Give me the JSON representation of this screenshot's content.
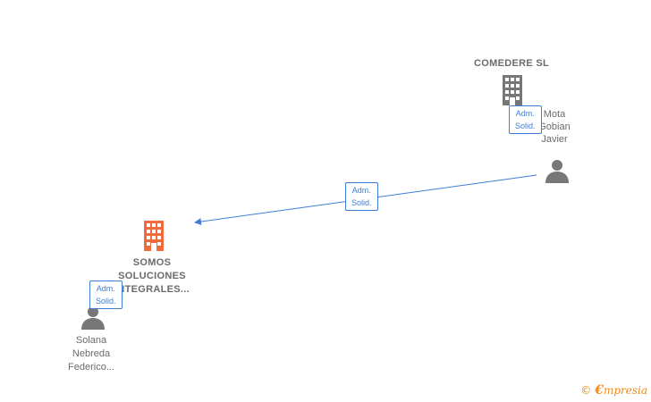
{
  "nodes": {
    "comedere": {
      "label": "COMEDERE SL",
      "type": "company",
      "color": "#777777"
    },
    "somos": {
      "label_lines": [
        "SOMOS",
        "SOLUCIONES",
        "INTEGRALES..."
      ],
      "type": "company",
      "color": "#f06a3b"
    },
    "mota": {
      "label_lines": [
        "Mota",
        "Gobian",
        "Javier"
      ],
      "type": "person",
      "color": "#777777"
    },
    "solana": {
      "label_lines": [
        "Solana",
        "Nebreda",
        "Federico..."
      ],
      "type": "person",
      "color": "#777777"
    }
  },
  "edges": [
    {
      "from": "mota",
      "to": "somos",
      "role_lines": [
        "Adm.",
        "Solid."
      ],
      "color": "#3d7dd8"
    },
    {
      "from": "mota",
      "to": "comedere",
      "role_lines": [
        "Adm.",
        "Solid."
      ],
      "color": "#3d7dd8"
    },
    {
      "from": "solana",
      "to": "somos",
      "role_lines": [
        "Adm.",
        "Solid."
      ],
      "color": "#3d7dd8"
    }
  ],
  "brand": {
    "copyright": "©",
    "name_initial": "€",
    "name_rest": "mpresia"
  }
}
